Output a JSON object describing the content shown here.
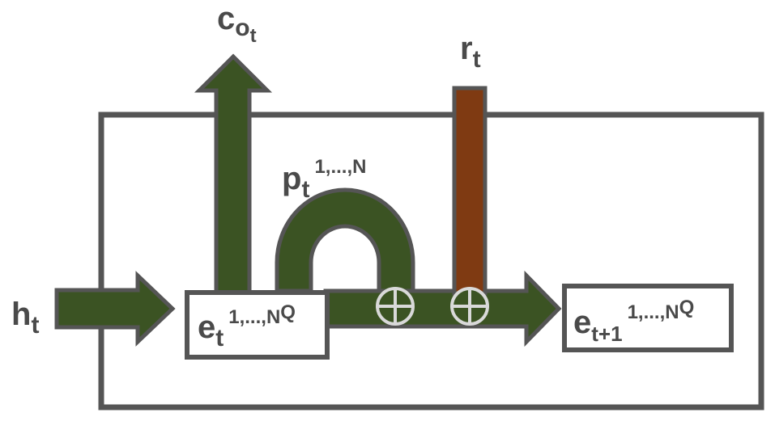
{
  "labels": {
    "h": {
      "base": "h",
      "sub": "t"
    },
    "co": {
      "base": "c",
      "sub": "o",
      "subsub": "t"
    },
    "r": {
      "base": "r",
      "sub": "t"
    },
    "p": {
      "base": "p",
      "sub": "t",
      "sup": "1,...,N"
    },
    "e_t": {
      "base": "e",
      "sub": "t",
      "sup": "1,...,N",
      "supsup": "Q"
    },
    "e_t1": {
      "base": "e",
      "sub": "t+1",
      "sup": "1,...,N",
      "supsup": "Q"
    }
  },
  "operators": {
    "add": "⊕"
  },
  "colors": {
    "green": "#3b5323",
    "brown": "#7f3a12",
    "outline": "#555555",
    "circle": "#d9d9d9",
    "text": "#4a4a4a"
  }
}
